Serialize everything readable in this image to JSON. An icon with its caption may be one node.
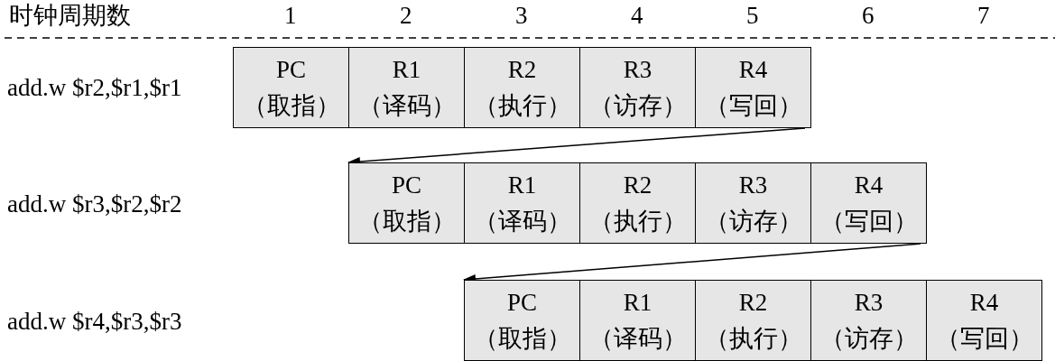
{
  "diagram": {
    "nodes": [
      {
        "text": [
          "PC",
          "（取指）"
        ]
      },
      {
        "text": [
          "R1",
          "（译码）"
        ]
      },
      {
        "text": [
          "R2",
          "（执行）"
        ]
      },
      {
        "text": [
          "R3",
          "（访存）"
        ]
      },
      {
        "text": [
          "R4",
          "（写回）"
        ]
      },
      {
        "text": [
          "PC",
          "（取指）"
        ]
      },
      {
        "text": [
          "R1",
          "（译码）"
        ]
      },
      {
        "text": [
          "R2",
          "（执行）"
        ]
      },
      {
        "text": [
          "R3",
          "（访存）"
        ]
      },
      {
        "text": [
          "R4",
          "（写回）"
        ]
      },
      {
        "text": [
          "PC",
          "（取指）"
        ]
      },
      {
        "text": [
          "R1",
          "（译码）"
        ]
      },
      {
        "text": [
          "R2",
          "（执行）"
        ]
      },
      {
        "text": [
          "R3",
          "（访存）"
        ]
      },
      {
        "text": [
          "R4",
          "（写回）"
        ]
      }
    ],
    "edges": [
      {
        "from": 4,
        "to": 5,
        "arrow": "to"
      },
      {
        "from": 9,
        "to": 10,
        "arrow": "to"
      }
    ],
    "labels": [
      "时钟周期数",
      "1",
      "2",
      "3",
      "4",
      "5",
      "6",
      "7",
      "add.w $r2,$r1,$r1",
      "add.w $r3,$r2,$r2",
      "add.w $r4,$r3,$r3"
    ]
  }
}
